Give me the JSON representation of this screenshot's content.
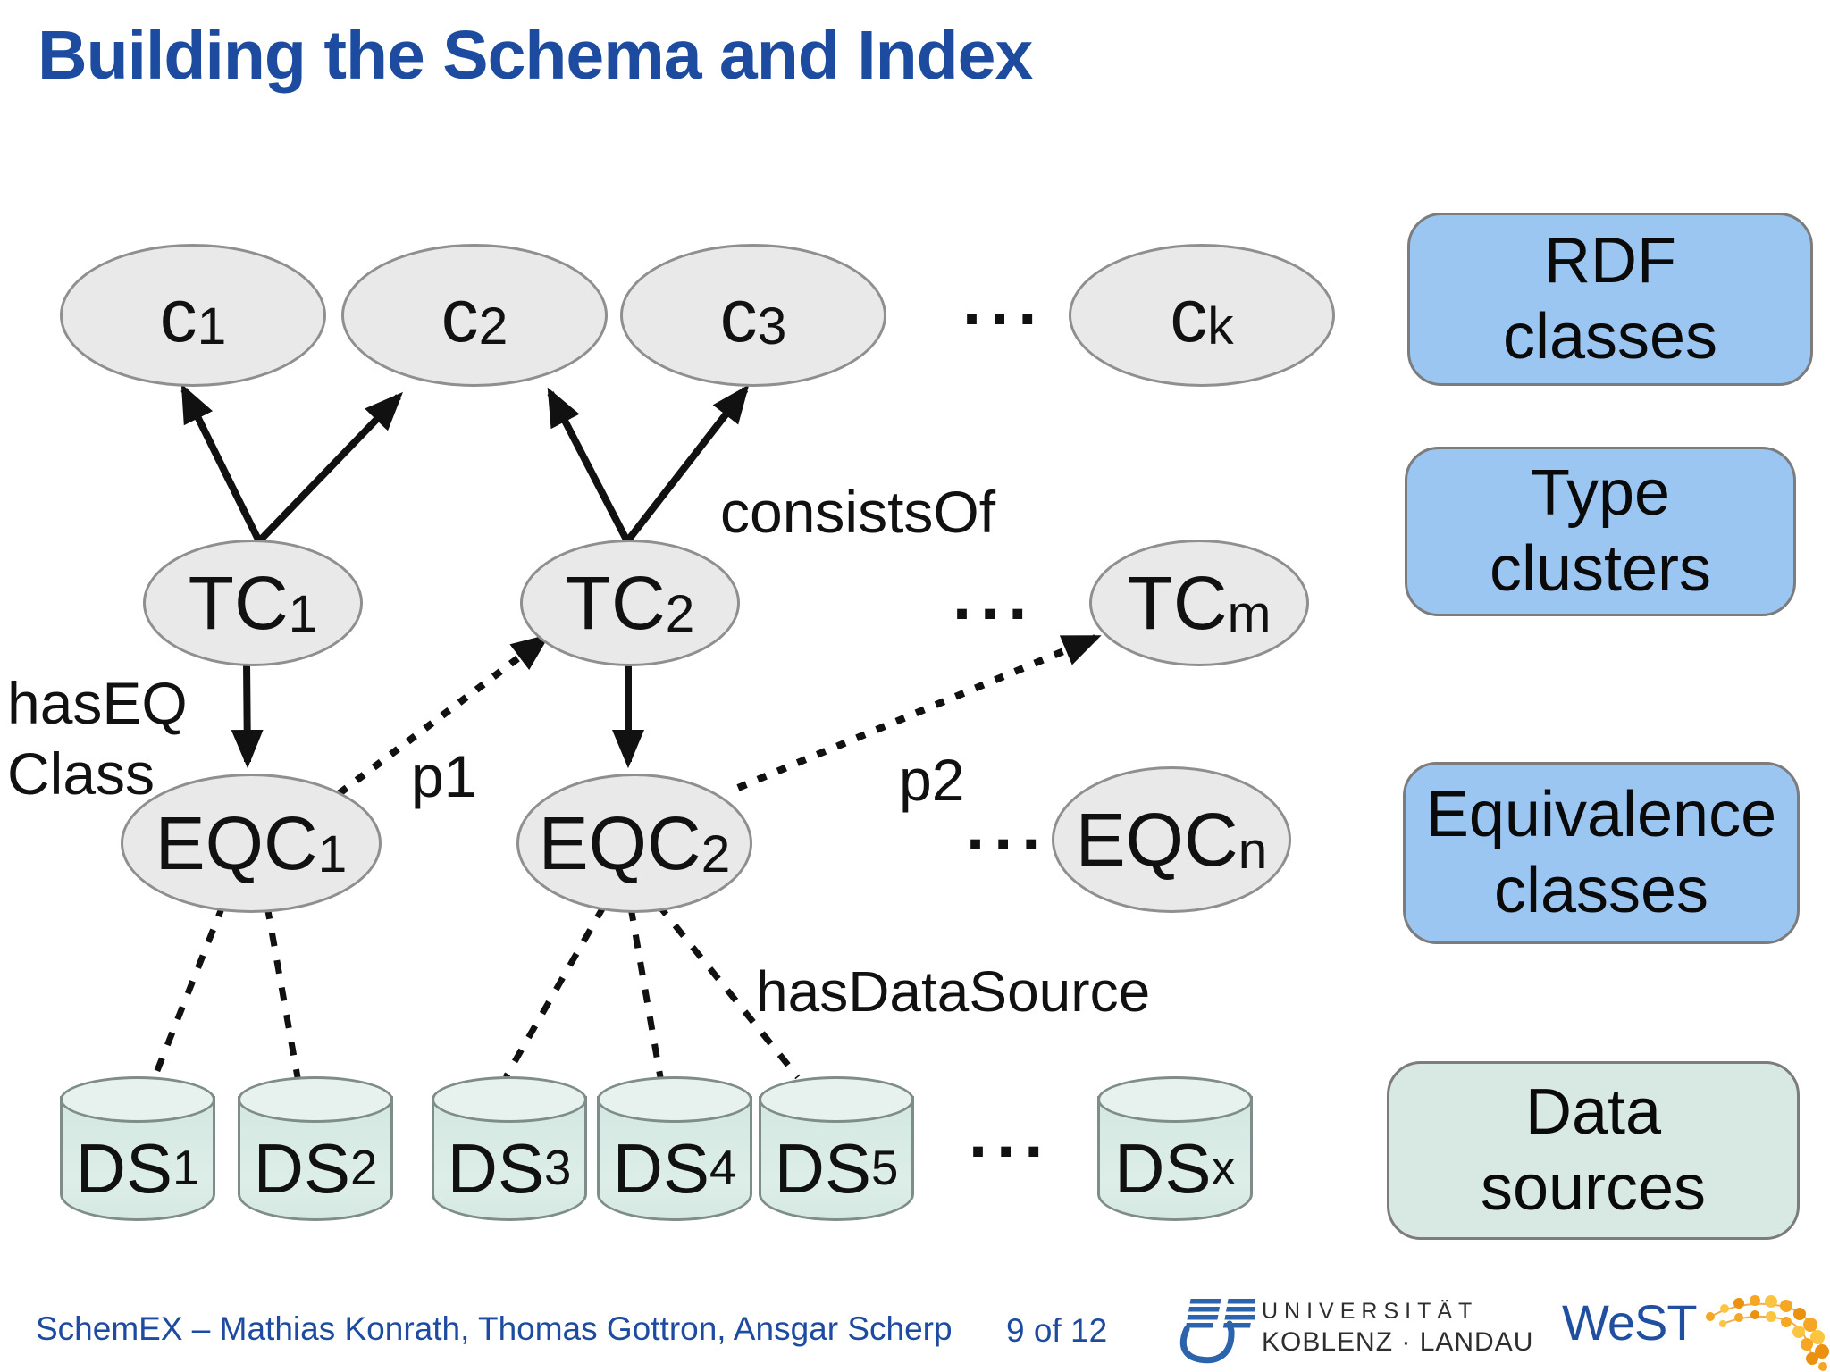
{
  "slide": {
    "title": "Building the Schema and Index"
  },
  "diagram": {
    "ellipsis": "...",
    "nodes": {
      "c1": {
        "base": "c",
        "sub": "1"
      },
      "c2": {
        "base": "c",
        "sub": "2"
      },
      "c3": {
        "base": "c",
        "sub": "3"
      },
      "ck": {
        "base": "c",
        "sub": "k"
      },
      "tc1": {
        "base": "TC",
        "sub": "1"
      },
      "tc2": {
        "base": "TC",
        "sub": "2"
      },
      "tcm": {
        "base": "TC",
        "sub": "m"
      },
      "eqc1": {
        "base": "EQC",
        "sub": "1"
      },
      "eqc2": {
        "base": "EQC",
        "sub": "2"
      },
      "eqcn": {
        "base": "EQC",
        "sub": "n"
      },
      "ds1": {
        "base": "DS",
        "sub": "1"
      },
      "ds2": {
        "base": "DS",
        "sub": "2"
      },
      "ds3": {
        "base": "DS",
        "sub": "3"
      },
      "ds4": {
        "base": "DS",
        "sub": "4"
      },
      "ds5": {
        "base": "DS",
        "sub": "5"
      },
      "dsx": {
        "base": "DS",
        "sub": "x"
      }
    },
    "edge_labels": {
      "consists_of": "consistsOf",
      "has_eq_class": "hasEQ\nClass",
      "p1": "p1",
      "p2": "p2",
      "has_data_source": "hasDataSource"
    },
    "legend": {
      "rdf": {
        "line1": "RDF",
        "line2": "classes"
      },
      "type": {
        "line1": "Type",
        "line2": "clusters"
      },
      "equivalence": {
        "line1": "Equivalence",
        "line2": "classes"
      },
      "data": {
        "line1": "Data",
        "line2": "sources"
      }
    }
  },
  "footer": {
    "credits": "SchemEX – Mathias Konrath, Thomas Gottron, Ansgar Scherp",
    "page": "9 of 12",
    "university_name": "UNIVERSITÄT",
    "university_city": "KOBLENZ · LANDAU",
    "west": "WeST"
  },
  "colors": {
    "accent_blue": "#1c4ba0",
    "legend_blue": "#9cc6f2",
    "legend_mint": "#d8e9e4",
    "node_fill": "#e9e9ea",
    "node_border": "#8f8f8f",
    "cylinder_fill": "#d8ebe4",
    "logo_blue": "#2b63ad",
    "swoosh_orange": "#f2a229"
  }
}
